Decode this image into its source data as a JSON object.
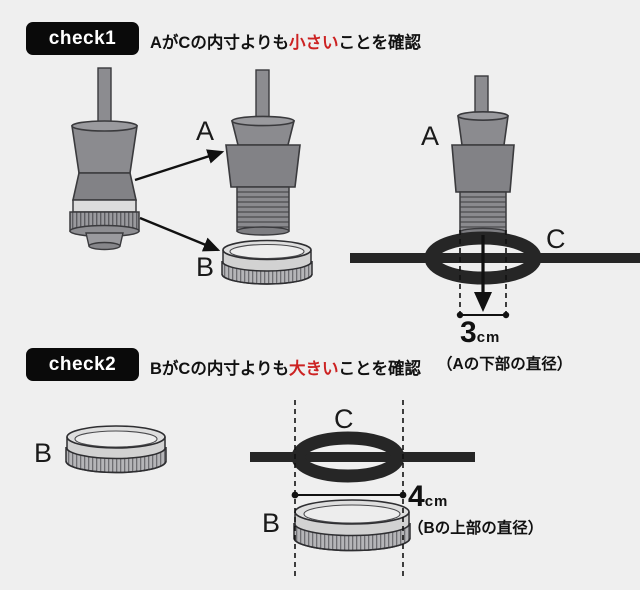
{
  "page": {
    "background_color": "#efefef",
    "body_gray": "#808084",
    "dark_ink": "#262626",
    "accent_red": "#cc2222"
  },
  "sections": [
    {
      "badge": "check1",
      "headline_prefix": "AがCの内寸よりも",
      "headline_highlight": "小さい",
      "headline_suffix": "ことを確認",
      "dimension": {
        "number": "3",
        "unit": "cm",
        "caption": "（Aの下部の直径）"
      },
      "labels": {
        "part_a": "A",
        "part_b": "B",
        "part_c": "C"
      }
    },
    {
      "badge": "check2",
      "headline_prefix": "BがCの内寸よりも",
      "headline_highlight": "大きい",
      "headline_suffix": "ことを確認",
      "dimension": {
        "number": "4",
        "unit": "cm",
        "caption": "（Bの上部の直径）"
      },
      "labels": {
        "part_b_left": "B",
        "part_b_center": "B",
        "part_c": "C"
      }
    }
  ]
}
